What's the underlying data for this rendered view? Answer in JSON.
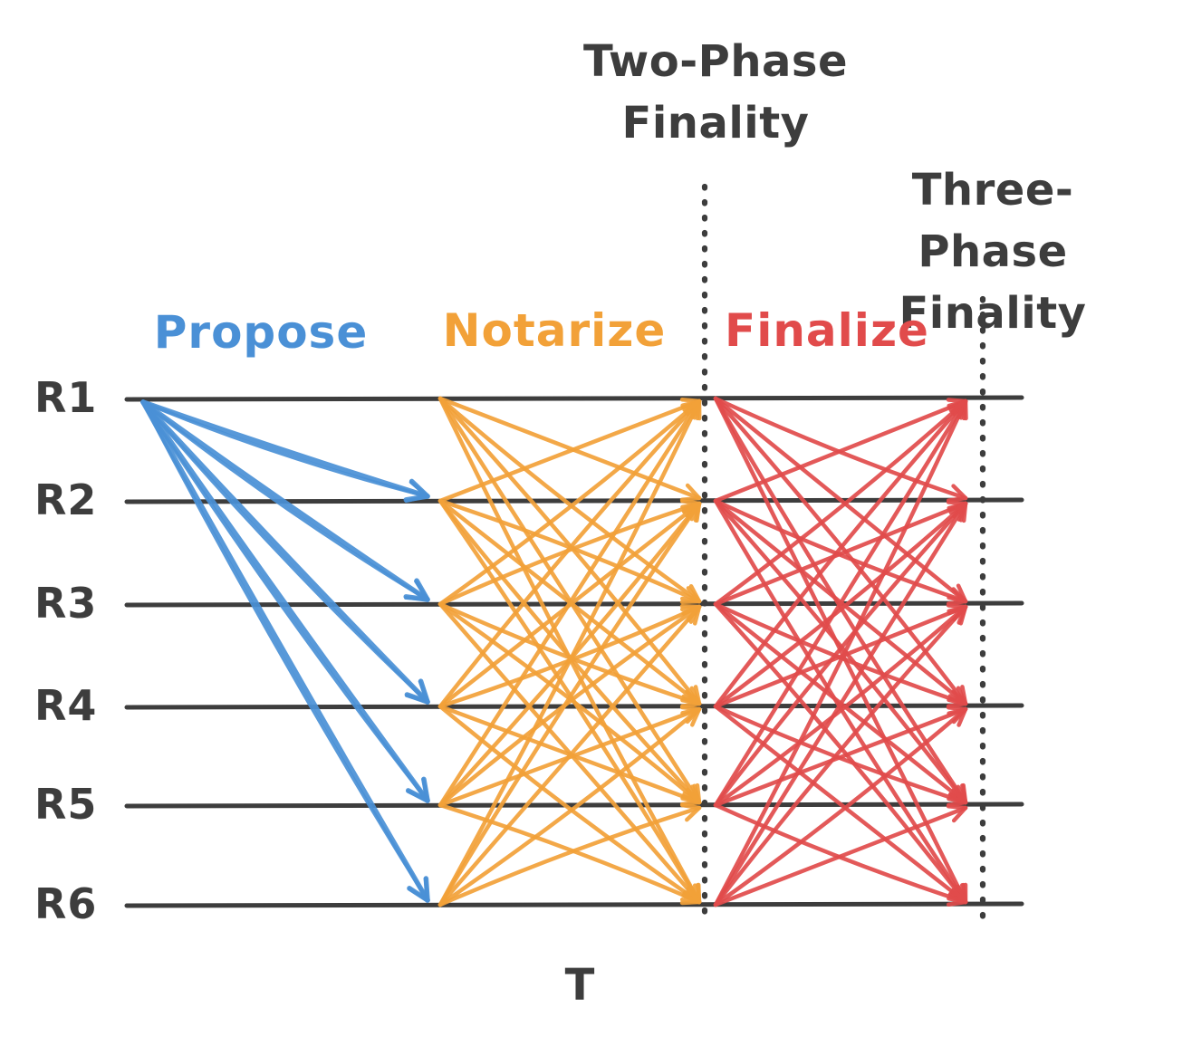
{
  "diagram": {
    "replicas": [
      "R1",
      "R2",
      "R3",
      "R4",
      "R5",
      "R6"
    ],
    "phases": [
      {
        "id": "propose",
        "label": "Propose",
        "color": "#4a90d6"
      },
      {
        "id": "notarize",
        "label": "Notarize",
        "color": "#f2a138"
      },
      {
        "id": "finalize",
        "label": "Finalize",
        "color": "#e14b4b"
      }
    ],
    "finality_markers": [
      {
        "label": "Two-Phase\nFinality"
      },
      {
        "label": "Three-Phase\nFinality"
      }
    ],
    "x_axis_label": "T",
    "colors": {
      "line": "#3d3d3d",
      "text": "#3d3d3d"
    },
    "topology": {
      "propose": {
        "pattern": "leader-to-all",
        "leader": "R1"
      },
      "notarize": {
        "pattern": "all-to-all"
      },
      "finalize": {
        "pattern": "all-to-all"
      }
    }
  }
}
